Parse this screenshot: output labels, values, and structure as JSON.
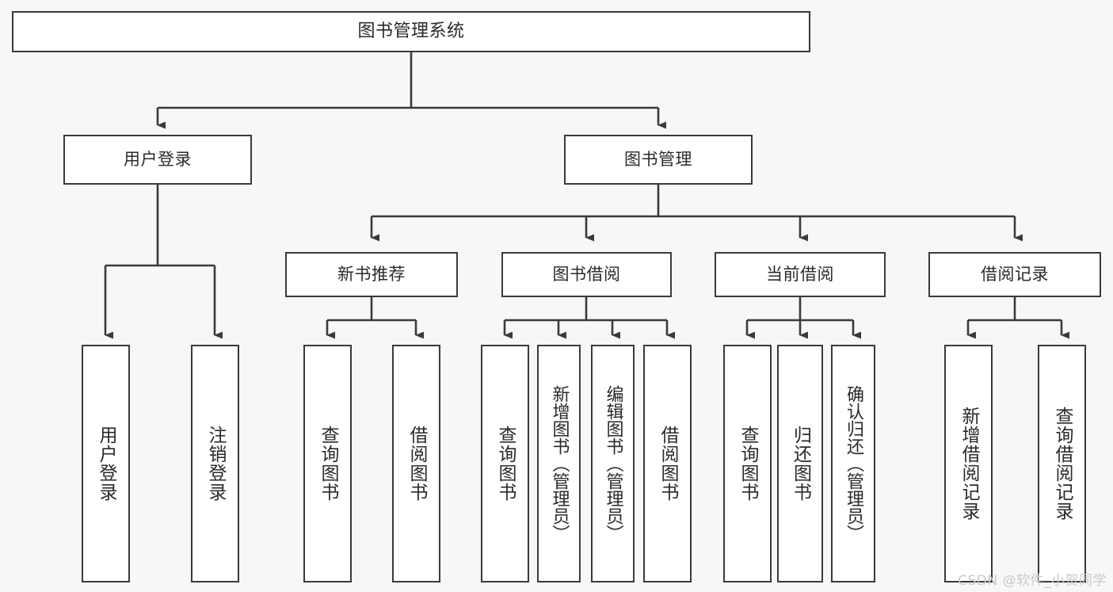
{
  "diagram": {
    "title": "图书管理系统",
    "watermark": "CSDN @软件_小贺同学",
    "colors": {
      "background": "#f7f7f7",
      "node_fill": "#ffffff",
      "node_stroke": "#3a3a3a",
      "edge": "#3a3a3a",
      "text": "#2a2a2a",
      "watermark": "#c9c9c9"
    },
    "root": {
      "label": "图书管理系统"
    },
    "level1": [
      {
        "label": "用户登录"
      },
      {
        "label": "图书管理"
      }
    ],
    "level2": [
      {
        "label": "新书推荐"
      },
      {
        "label": "图书借阅"
      },
      {
        "label": "当前借阅"
      },
      {
        "label": "借阅记录"
      }
    ],
    "leaves": {
      "user_login": [
        {
          "label": "用户登录"
        },
        {
          "label": "注销登录"
        }
      ],
      "new_book": [
        {
          "label": "查询图书"
        },
        {
          "label": "借阅图书"
        }
      ],
      "book_borrow": [
        {
          "label": "查询图书"
        },
        {
          "label": "新增图书（管理员）"
        },
        {
          "label": "编辑图书（管理员）"
        },
        {
          "label": "借阅图书"
        }
      ],
      "current_borrow": [
        {
          "label": "查询图书"
        },
        {
          "label": "归还图书"
        },
        {
          "label": "确认归还（管理员）"
        }
      ],
      "borrow_record": [
        {
          "label": "新增借阅记录"
        },
        {
          "label": "查询借阅记录"
        }
      ]
    }
  }
}
